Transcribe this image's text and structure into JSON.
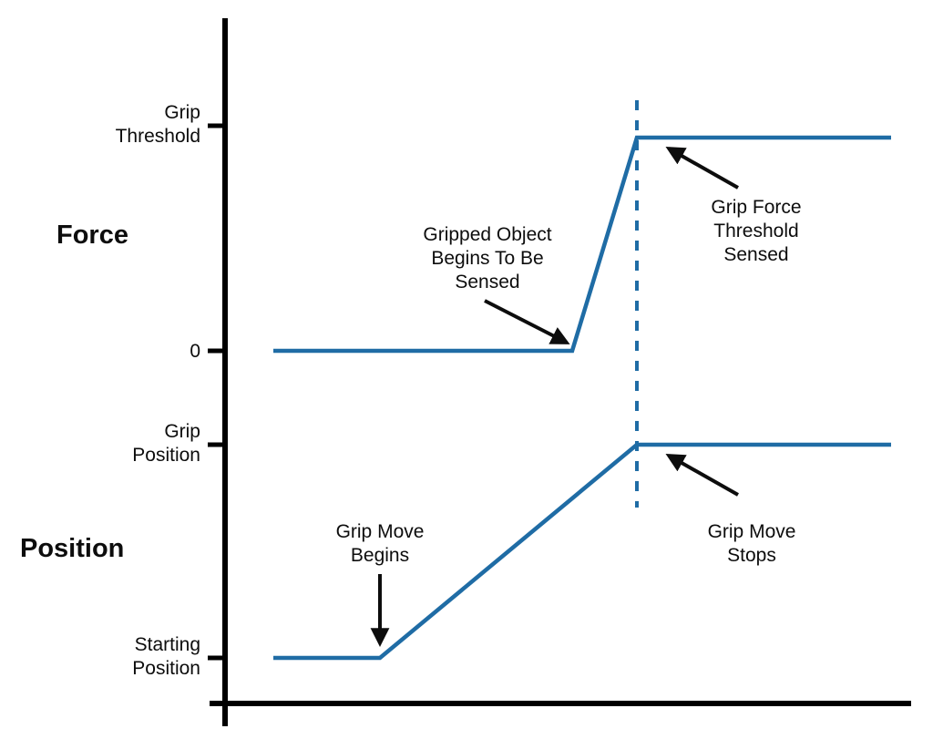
{
  "chart_data": {
    "type": "line",
    "title": "",
    "xlabel": "",
    "ylabel": "",
    "grid": false,
    "legend_position": "none",
    "accent_color": "#1F6CA5",
    "axis_color": "#000000",
    "annotation_color": "#0d0d0d",
    "axes": [
      {
        "name": "force",
        "axis_title": "Force",
        "tick_labels": [
          "Grip\nThreshold",
          "0"
        ],
        "tick_values": [
          "Grip Threshold",
          "0"
        ]
      },
      {
        "name": "position",
        "axis_title": "Position",
        "tick_labels": [
          "Grip\nPosition",
          "Starting\nPosition"
        ],
        "tick_values": [
          "Grip Position",
          "Starting Position"
        ]
      }
    ],
    "series": [
      {
        "name": "Force",
        "points": [
          {
            "x": 0.0,
            "y": "0"
          },
          {
            "x": 0.47,
            "y": "0"
          },
          {
            "x": 0.59,
            "y": "Grip Threshold"
          },
          {
            "x": 1.0,
            "y": "Grip Threshold"
          }
        ],
        "description": "Force stays at 0 until the gripped object begins to be sensed, then ramps up to the grip threshold and holds."
      },
      {
        "name": "Position",
        "points": [
          {
            "x": 0.0,
            "y": "Starting Position"
          },
          {
            "x": 0.17,
            "y": "Starting Position"
          },
          {
            "x": 0.59,
            "y": "Grip Position"
          },
          {
            "x": 1.0,
            "y": "Grip Position"
          }
        ],
        "description": "Position holds at starting position, ramps to grip position when the grip move begins, then stops."
      }
    ],
    "event_marker": {
      "label": "grip-threshold-event",
      "style": "dashed-vertical",
      "x": 0.59
    },
    "annotations": [
      {
        "id": "gripped-object-sensed",
        "text": "Gripped Object\nBegins To Be\nSensed",
        "arrow": "down-right"
      },
      {
        "id": "grip-force-threshold-sensed",
        "text": "Grip Force\nThreshold\nSensed",
        "arrow": "up-left"
      },
      {
        "id": "grip-move-begins",
        "text": "Grip Move\nBegins",
        "arrow": "down"
      },
      {
        "id": "grip-move-stops",
        "text": "Grip Move\nStops",
        "arrow": "up-left"
      }
    ]
  },
  "labels": {
    "force_axis_title": "Force",
    "position_axis_title": "Position",
    "grip_threshold": "Grip\nThreshold",
    "zero": "0",
    "grip_position": "Grip\nPosition",
    "starting_position": "Starting\nPosition"
  },
  "annotations": {
    "gripped_object_sensed": "Gripped Object\nBegins To Be\nSensed",
    "grip_force_threshold_sensed": "Grip Force\nThreshold\nSensed",
    "grip_move_begins": "Grip Move\nBegins",
    "grip_move_stops": "Grip Move\nStops"
  }
}
